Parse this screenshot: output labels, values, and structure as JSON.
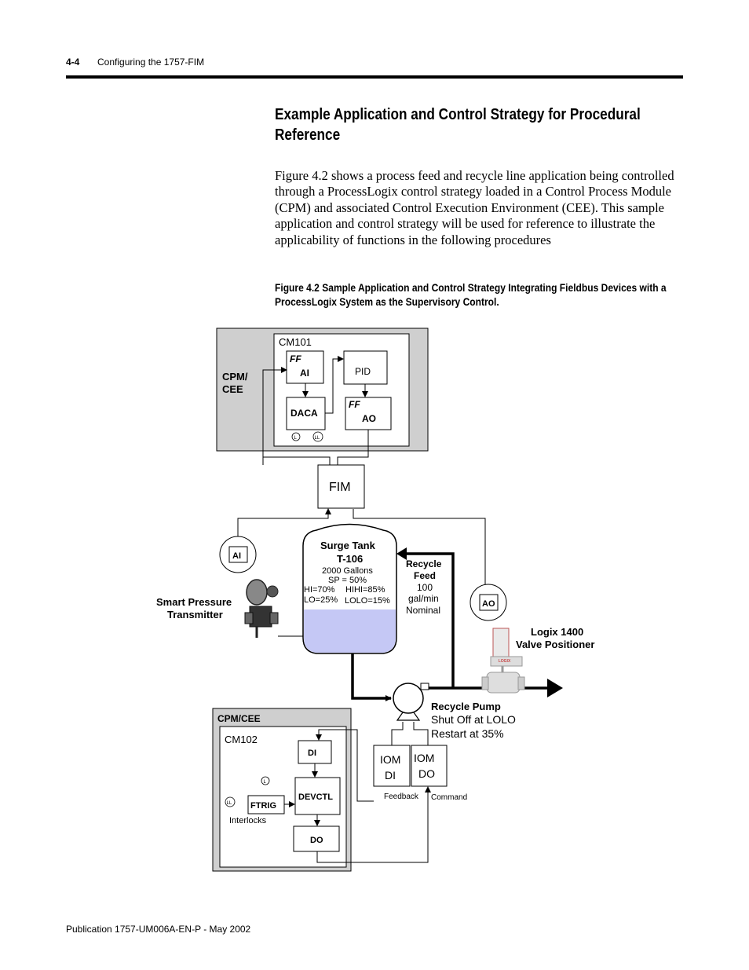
{
  "header": {
    "page_number": "4-4",
    "chapter": "Configuring the 1757-FIM"
  },
  "section_title": "Example Application and Control Strategy for Procedural Reference",
  "body_text": "Figure 4.2 shows a process feed and recycle line application being controlled through a ProcessLogix control strategy loaded in a Control Process Module (CPM) and associated Control Execution Environment (CEE). This sample application and control strategy will be used for reference to illustrate the applicability of functions in the following procedures",
  "figure_caption": "Figure 4.2 Sample Application and Control Strategy Integrating Fieldbus Devices with a ProcessLogix System as the Supervisory Control.",
  "diagram": {
    "cpm_cee_top": "CPM/\nCEE",
    "cm101": "CM101",
    "ff_marker": "FF",
    "ai_block": "AI",
    "pid_block": "PID",
    "daca_block": "DACA",
    "ao_block": "AO",
    "l_marker": "L",
    "ll_marker": "LL",
    "fim": "FIM",
    "tank_name": "Surge Tank",
    "tank_id": "T-106",
    "tank_capacity": "2000 Gallons",
    "tank_sp": "SP = 50%",
    "tank_hi": "HI=70%",
    "tank_hihi": "HIHI=85%",
    "tank_lo": "LO=25%",
    "tank_lolo": "LOLO=15%",
    "recycle_feed_1": "Recycle",
    "recycle_feed_2": "Feed",
    "recycle_feed_3": "100",
    "recycle_feed_4": "gal/min",
    "recycle_feed_5": "Nominal",
    "transmitter_ai": "AI",
    "transmitter_1": "Smart Pressure",
    "transmitter_2": "Transmitter",
    "positioner_ao": "AO",
    "positioner_1": "Logix 1400",
    "positioner_2": "Valve Positioner",
    "pump_1": "Recycle Pump",
    "pump_2": "Shut Off at LOLO",
    "pump_3": "Restart at 35%",
    "cpm_cee_bottom": "CPM/CEE",
    "cm102": "CM102",
    "di_block": "DI",
    "devctl_block": "DEVCTL",
    "ftrig_block": "FTRIG",
    "do_block": "DO",
    "interlocks": "Interlocks",
    "iom_di_1": "IOM",
    "iom_di_2": "DI",
    "iom_do_1": "IOM",
    "iom_do_2": "DO",
    "feedback": "Feedback",
    "command": "Command",
    "tank_fill_color": "#c5c8f5",
    "panel_color": "#cfcfcf"
  },
  "footer": {
    "publication": "Publication 1757-UM006A-EN-P - May 2002"
  }
}
